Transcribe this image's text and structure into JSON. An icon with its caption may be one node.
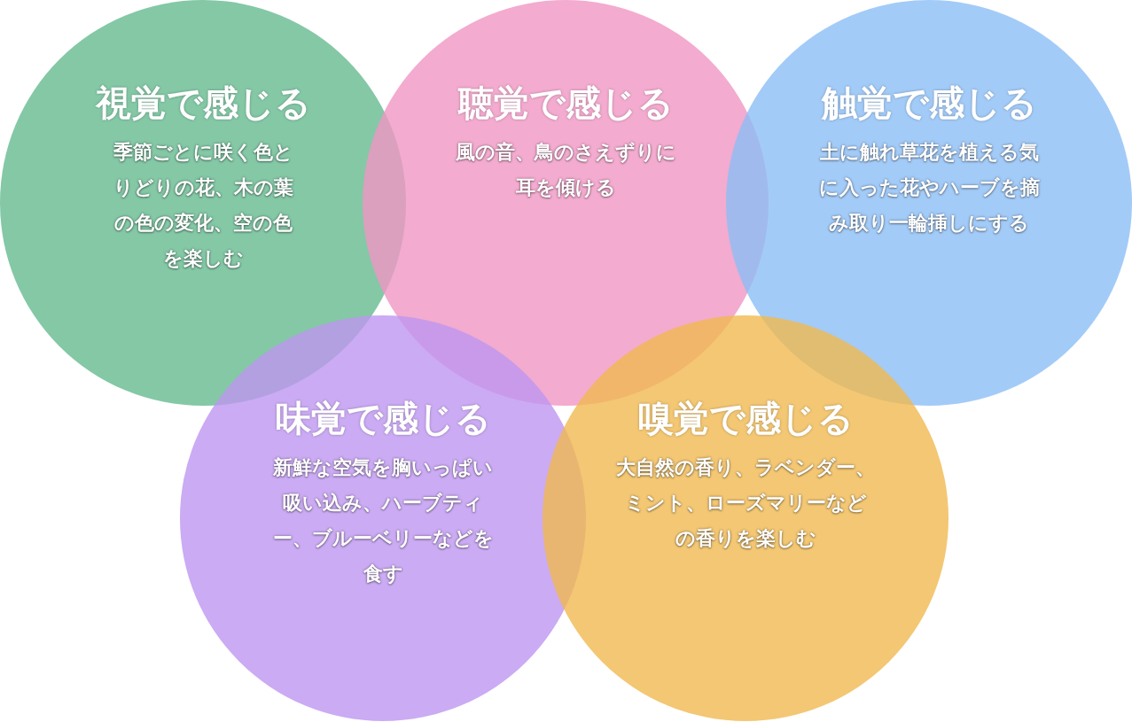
{
  "diagram": {
    "nodes": [
      {
        "text": [
          "視覚で感じる",
          "季節ごとに咲く色とりどりの花、木の葉の色の変化、空の色を楽しむ"
        ]
      },
      {
        "text": [
          "聴覚で感じる",
          "風の音、鳥のさえずりに耳を傾ける"
        ]
      },
      {
        "text": [
          "触覚で感じる",
          "土に触れ草花を植える気に入った花やハーブを摘み取り一輪挿しにする"
        ]
      },
      {
        "text": [
          "味覚で感じる",
          "新鮮な空気を胸いっぱい吸い込み、ハーブティー、ブルーベリーなどを食す"
        ]
      },
      {
        "text": [
          "嗅覚で感じる",
          "大自然の香り、ラベンダー、ミント、ローズマリーなどの香りを楽しむ"
        ]
      }
    ]
  }
}
